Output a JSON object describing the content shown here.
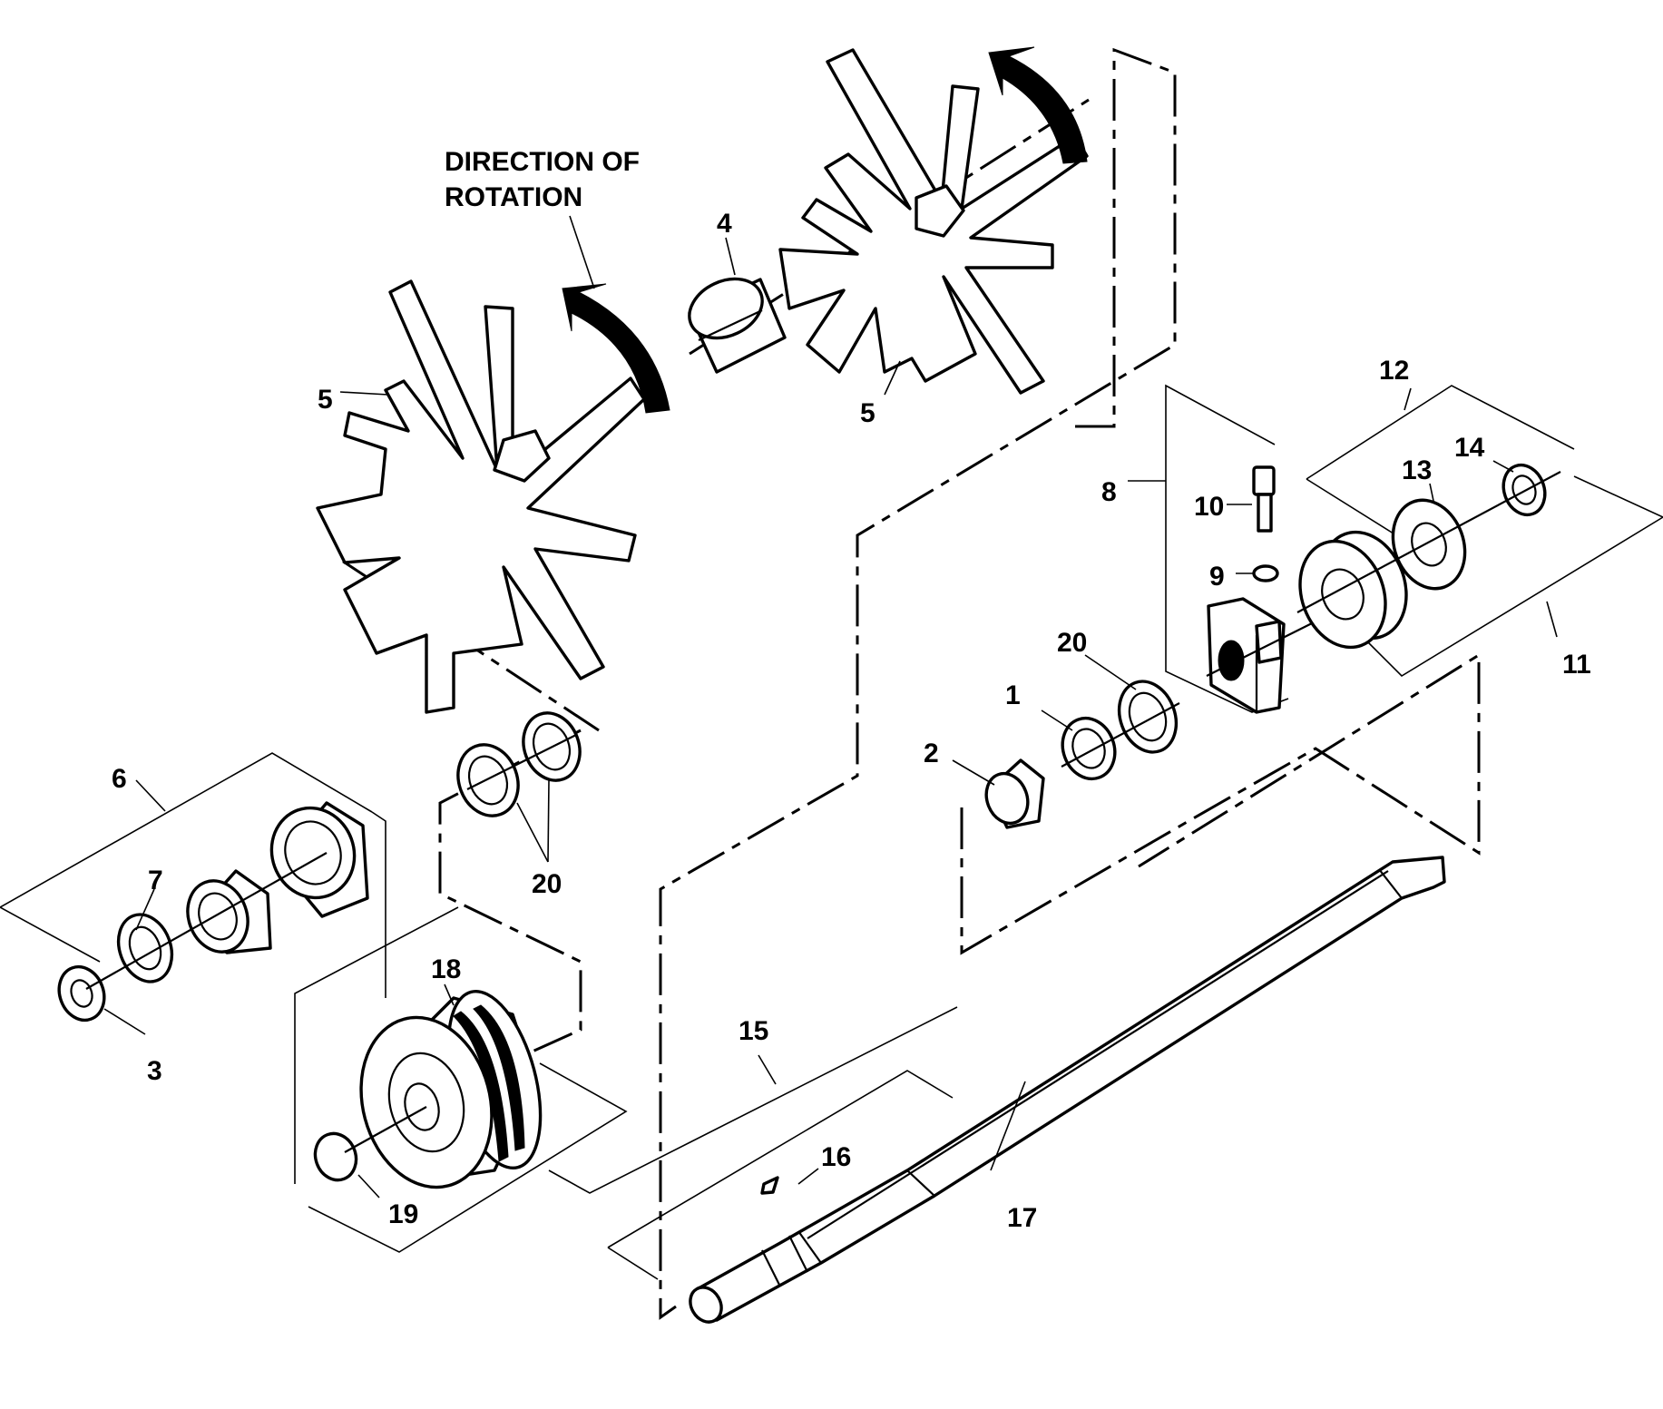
{
  "title": {
    "line1": "DIRECTION OF",
    "line2": "ROTATION"
  },
  "callouts": {
    "c1": "1",
    "c2": "2",
    "c3": "3",
    "c4": "4",
    "c5a": "5",
    "c5b": "5",
    "c6": "6",
    "c7": "7",
    "c8": "8",
    "c9": "9",
    "c10": "10",
    "c11": "11",
    "c12": "12",
    "c13": "13",
    "c14": "14",
    "c15": "15",
    "c16": "16",
    "c17": "17",
    "c18": "18",
    "c19": "19",
    "c20a": "20",
    "c20b": "20",
    "c20c": "20"
  },
  "icons": {
    "rotation_arrow": "curved-arrow-icon",
    "impeller": "star-impeller-icon"
  }
}
